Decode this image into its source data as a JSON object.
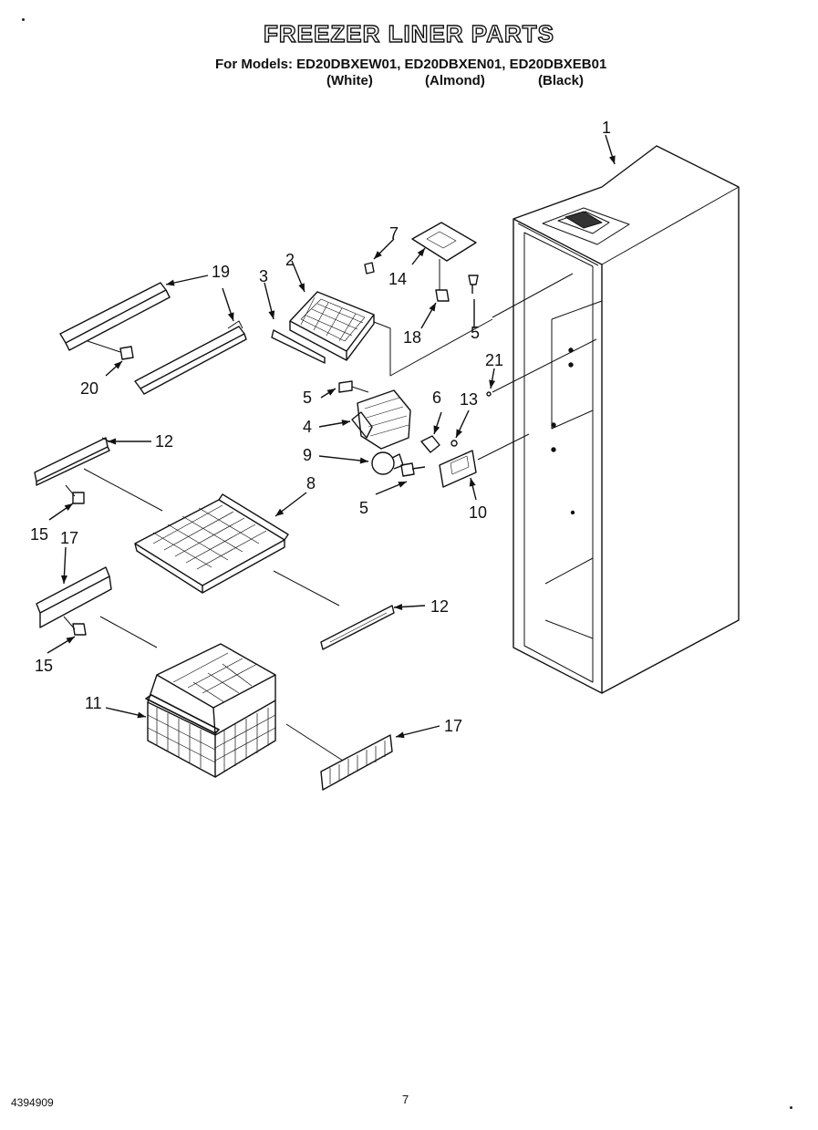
{
  "header": {
    "title": "FREEZER LINER PARTS",
    "models_line": "For Models: ED20DBXEW01, ED20DBXEN01, ED20DBXEB01",
    "variants": [
      "(White)",
      "(Almond)",
      "(Black)"
    ]
  },
  "footer": {
    "doc_number": "4394909",
    "page_number": "7"
  },
  "callouts": {
    "c1": "1",
    "c2": "2",
    "c3": "3",
    "c4": "4",
    "c5a": "5",
    "c5b": "5",
    "c5c": "5",
    "c6": "6",
    "c7": "7",
    "c8": "8",
    "c9": "9",
    "c10": "10",
    "c11": "11",
    "c12a": "12",
    "c12b": "12",
    "c13": "13",
    "c14": "14",
    "c15a": "15",
    "c15b": "15",
    "c17a": "17",
    "c17b": "17",
    "c18": "18",
    "c19": "19",
    "c20": "20",
    "c21": "21"
  }
}
